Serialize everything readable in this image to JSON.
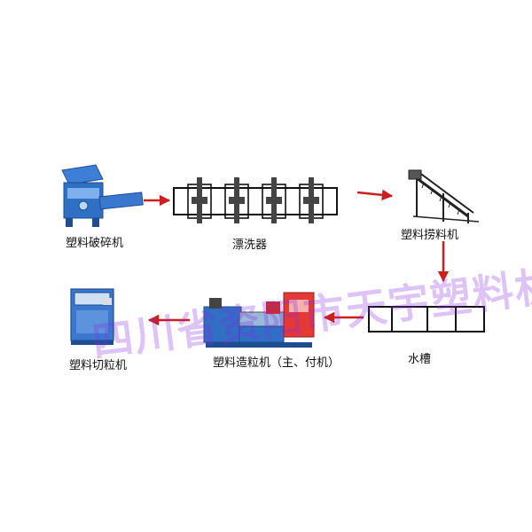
{
  "labels": {
    "crusher": "塑料破碎机",
    "washer": "漂洗器",
    "lifter": "塑料捞料机",
    "tank": "水槽",
    "granulator": "塑料造粒机（主、付机）",
    "cutter": "塑料切粒机"
  },
  "watermark": "四川省资阳市天宇塑料机械厂",
  "colors": {
    "arrow": "#cc1f1f",
    "machine_blue": "#2f6fc4",
    "watermark": "#8a2be2"
  }
}
